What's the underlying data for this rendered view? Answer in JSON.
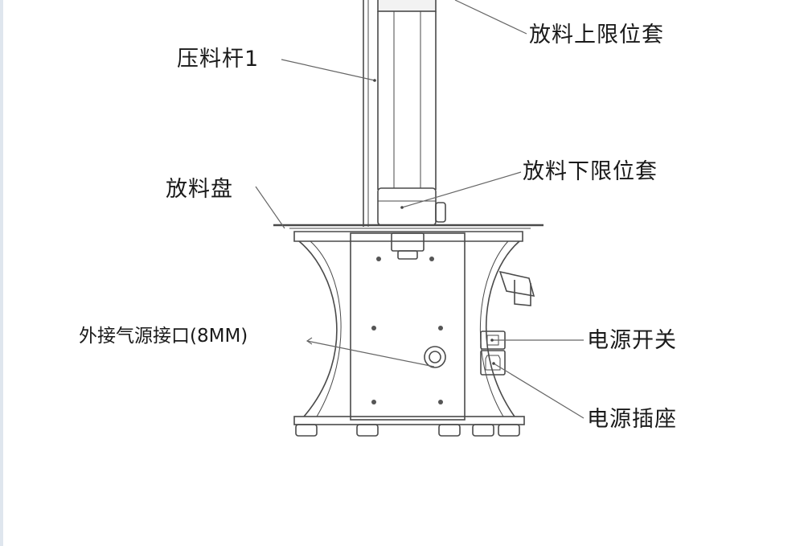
{
  "labels": {
    "upper_limit_sleeve": "放料上限位套",
    "press_rod": "压料杆1",
    "lower_limit_sleeve": "放料下限位套",
    "feed_tray": "放料盘",
    "air_inlet": "外接气源接口(8MM)",
    "power_switch": "电源开关",
    "power_socket": "电源插座"
  },
  "colors": {
    "line": "#4a4a4a",
    "text": "#1a1a1a"
  }
}
